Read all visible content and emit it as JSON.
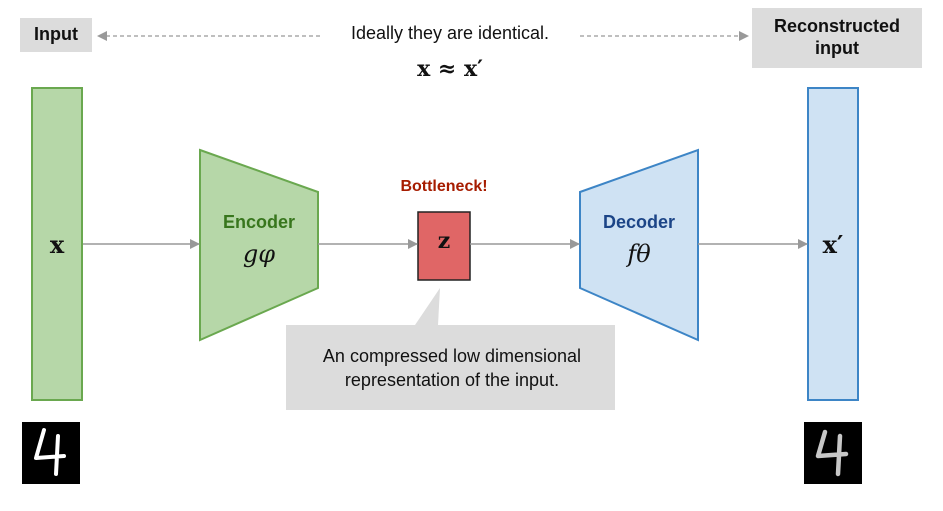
{
  "labels": {
    "input": "Input",
    "reconstructed": "Reconstructed input",
    "ideal": "Ideally they are identical.",
    "approx": "x ≈ x′",
    "x": "x",
    "x_prime": "x′",
    "z": "z",
    "encoder": "Encoder",
    "encoder_fn": "gφ",
    "decoder": "Decoder",
    "decoder_fn": "fθ",
    "bottleneck": "Bottleneck!",
    "callout": "An compressed low dimensional representation of the input.",
    "digit_in": "4",
    "digit_out": "4"
  },
  "colors": {
    "green_fill": "#b6d7a8",
    "green_stroke": "#6aa84f",
    "green_text": "#38761d",
    "blue_fill": "#cfe2f3",
    "blue_stroke": "#3d85c6",
    "blue_text": "#1c4587",
    "red_fill": "#e06666",
    "red_text": "#a61c00",
    "gray_box": "#dcdcdc",
    "arrow": "#999999"
  },
  "icons": {
    "input_image": "mnist-digit-4",
    "output_image": "mnist-digit-4"
  }
}
